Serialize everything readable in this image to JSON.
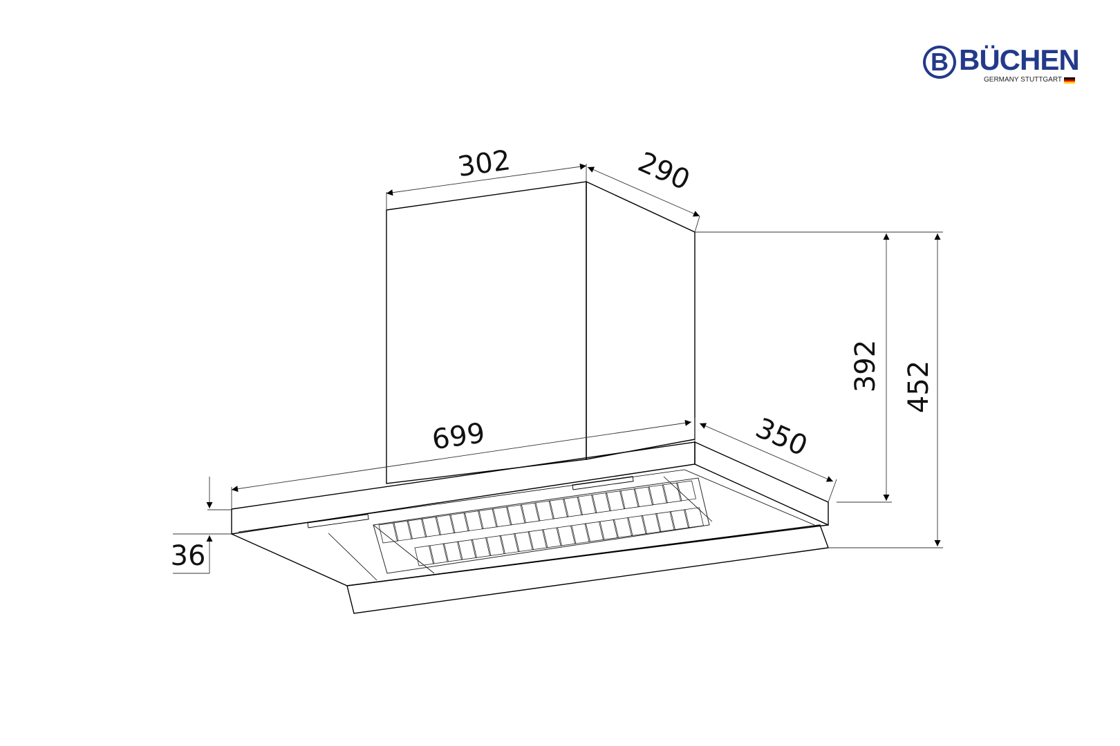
{
  "brand": {
    "name": "BÜCHEN",
    "mark_letter": "B",
    "tagline": "GERMANY STUTTGART",
    "colors": {
      "primary": "#233a8a",
      "flag": [
        "#000000",
        "#dd0000",
        "#ffce00"
      ]
    }
  },
  "dimensions": {
    "chimney_width": "302",
    "chimney_depth": "290",
    "hood_width": "699",
    "hood_depth": "350",
    "chimney_height": "392",
    "total_height": "452",
    "canopy_thickness": "36"
  },
  "icons": {
    "dimension_arrow": "arrow-head-icon"
  },
  "colors": {
    "line": "#000000",
    "thin_line": "#333333"
  }
}
